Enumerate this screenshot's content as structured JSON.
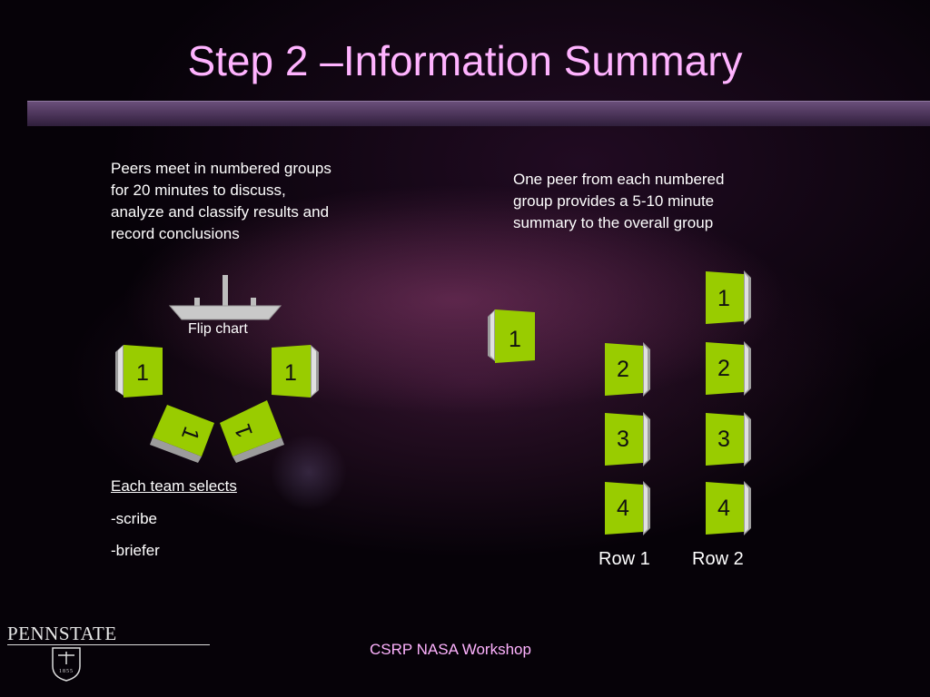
{
  "title": "Step 2 –Information Summary",
  "left_description": "Peers meet in numbered groups for 20 minutes to discuss, analyze and classify results and record conclusions",
  "right_description": "One peer from each numbered group provides a 5-10 minute summary to the overall group",
  "flip_chart_label": "Flip chart",
  "team": {
    "heading": "Each team selects",
    "roles": [
      "-scribe",
      "-briefer"
    ]
  },
  "left_group_seats": [
    "1",
    "1",
    "1",
    "1"
  ],
  "presenter_seat": "1",
  "rows": [
    {
      "label": "Row 1",
      "seats": [
        "2",
        "3",
        "4"
      ]
    },
    {
      "label": "Row 2",
      "seats": [
        "1",
        "2",
        "3",
        "4"
      ]
    }
  ],
  "footer": "CSRP NASA Workshop",
  "logo": {
    "name": "PENNSTATE",
    "year": "1855"
  },
  "colors": {
    "title": "#ffb3ff",
    "footer": "#ffb3ff",
    "seat_fill": "#99cc00",
    "title_bar": "#4a3358",
    "text": "#ffffff"
  }
}
